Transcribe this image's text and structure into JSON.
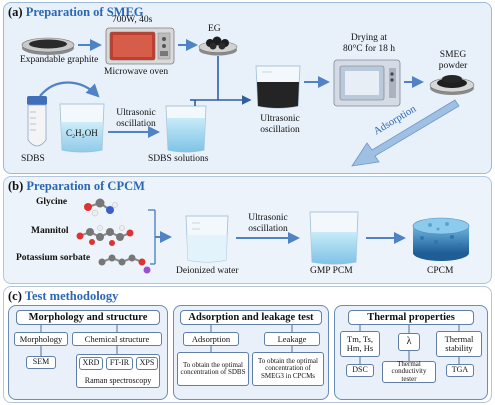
{
  "panel_a": {
    "label": "(a)",
    "title": "Preparation of SMEG",
    "expandable_graphite": "Expandable graphite",
    "microwave_params": "700W, 40s",
    "microwave_oven": "Microwave oven",
    "eg": "EG",
    "drying_line1": "Drying at",
    "drying_line2": "80°C for 18 h",
    "smeg_powder": "SMEG powder",
    "sdbs": "SDBS",
    "ethanol": "C₂H₅OH",
    "ultrasonic_1": "Ultrasonic oscillation",
    "sdbs_solutions": "SDBS solutions",
    "ultrasonic_2": "Ultrasonic oscillation",
    "adsorption": "Adsorption"
  },
  "panel_b": {
    "label": "(b)",
    "title": "Preparation of CPCM",
    "glycine": "Glycine",
    "mannitol": "Mannitol",
    "potassium_sorbate": "Potassium sorbate",
    "deionized_water": "Deionized water",
    "ultrasonic": "Ultrasonic oscillation",
    "gmp_pcm": "GMP PCM",
    "cpcm": "CPCM"
  },
  "panel_c": {
    "label": "(c)",
    "title": "Test methodology",
    "morph": {
      "head": "Morphology and structure",
      "morphology": "Morphology",
      "chemical": "Chemical structure",
      "sem": "SEM",
      "xrd": "XRD",
      "ftir": "FT-IR",
      "xps": "XPS",
      "raman": "Raman spectroscopy"
    },
    "adsorb": {
      "head": "Adsorption and leakage test",
      "adsorption": "Adsorption",
      "leakage": "Leakage",
      "desc1": "To obtain the optimal concentration of SDBS",
      "desc2": "To obtain the optimal concentration of SMEG3 in CPCMs"
    },
    "thermal": {
      "head": "Thermal properties",
      "temps": "Tm, Ts, Hm, Hs",
      "lambda": "λ",
      "stability": "Thermal stability",
      "dsc": "DSC",
      "tester": "Thermal conductivity tester",
      "tga": "TGA"
    }
  },
  "colors": {
    "title_blue": "#2a67b5",
    "arrow_blue": "#4f83c6",
    "panel_bg": "#e8f1fa",
    "liquid_blue": "#9ed4ee",
    "graphite_black": "#1d1d1d"
  }
}
